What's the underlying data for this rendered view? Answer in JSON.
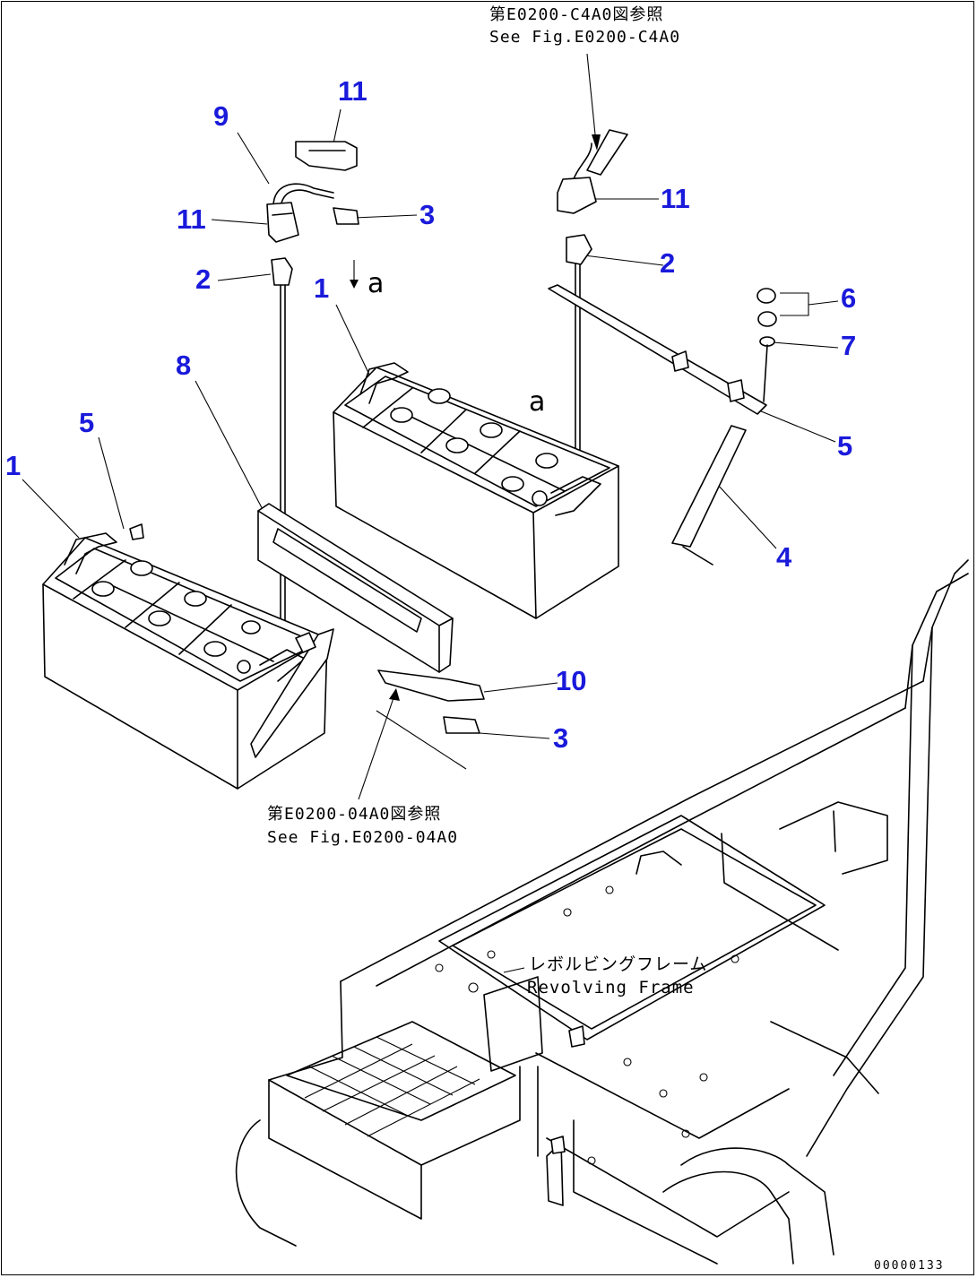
{
  "references": {
    "top_jp": "第E0200-C4A0図参照",
    "top_en": "See Fig.E0200-C4A0",
    "bottom_jp": "第E0200-04A0図参照",
    "bottom_en": "See Fig.E0200-04A0"
  },
  "frame_label": {
    "jp": "レボルビングフレーム",
    "en": "Revolving Frame"
  },
  "letters": {
    "a_upper": "a",
    "a_battery": "a"
  },
  "callouts": {
    "c11_top": "11",
    "c9": "9",
    "c11_left": "11",
    "c3_top": "3",
    "c2_left": "2",
    "c1_center": "1",
    "c11_right": "11",
    "c2_right": "2",
    "c6": "6",
    "c7": "7",
    "c8": "8",
    "c5_left": "5",
    "c1_left": "1",
    "c5_right": "5",
    "c4": "4",
    "c10": "10",
    "c3_bottom": "3"
  },
  "drawing_code": "00000133",
  "colors": {
    "callout": "#1a1adb",
    "line": "#000000"
  }
}
